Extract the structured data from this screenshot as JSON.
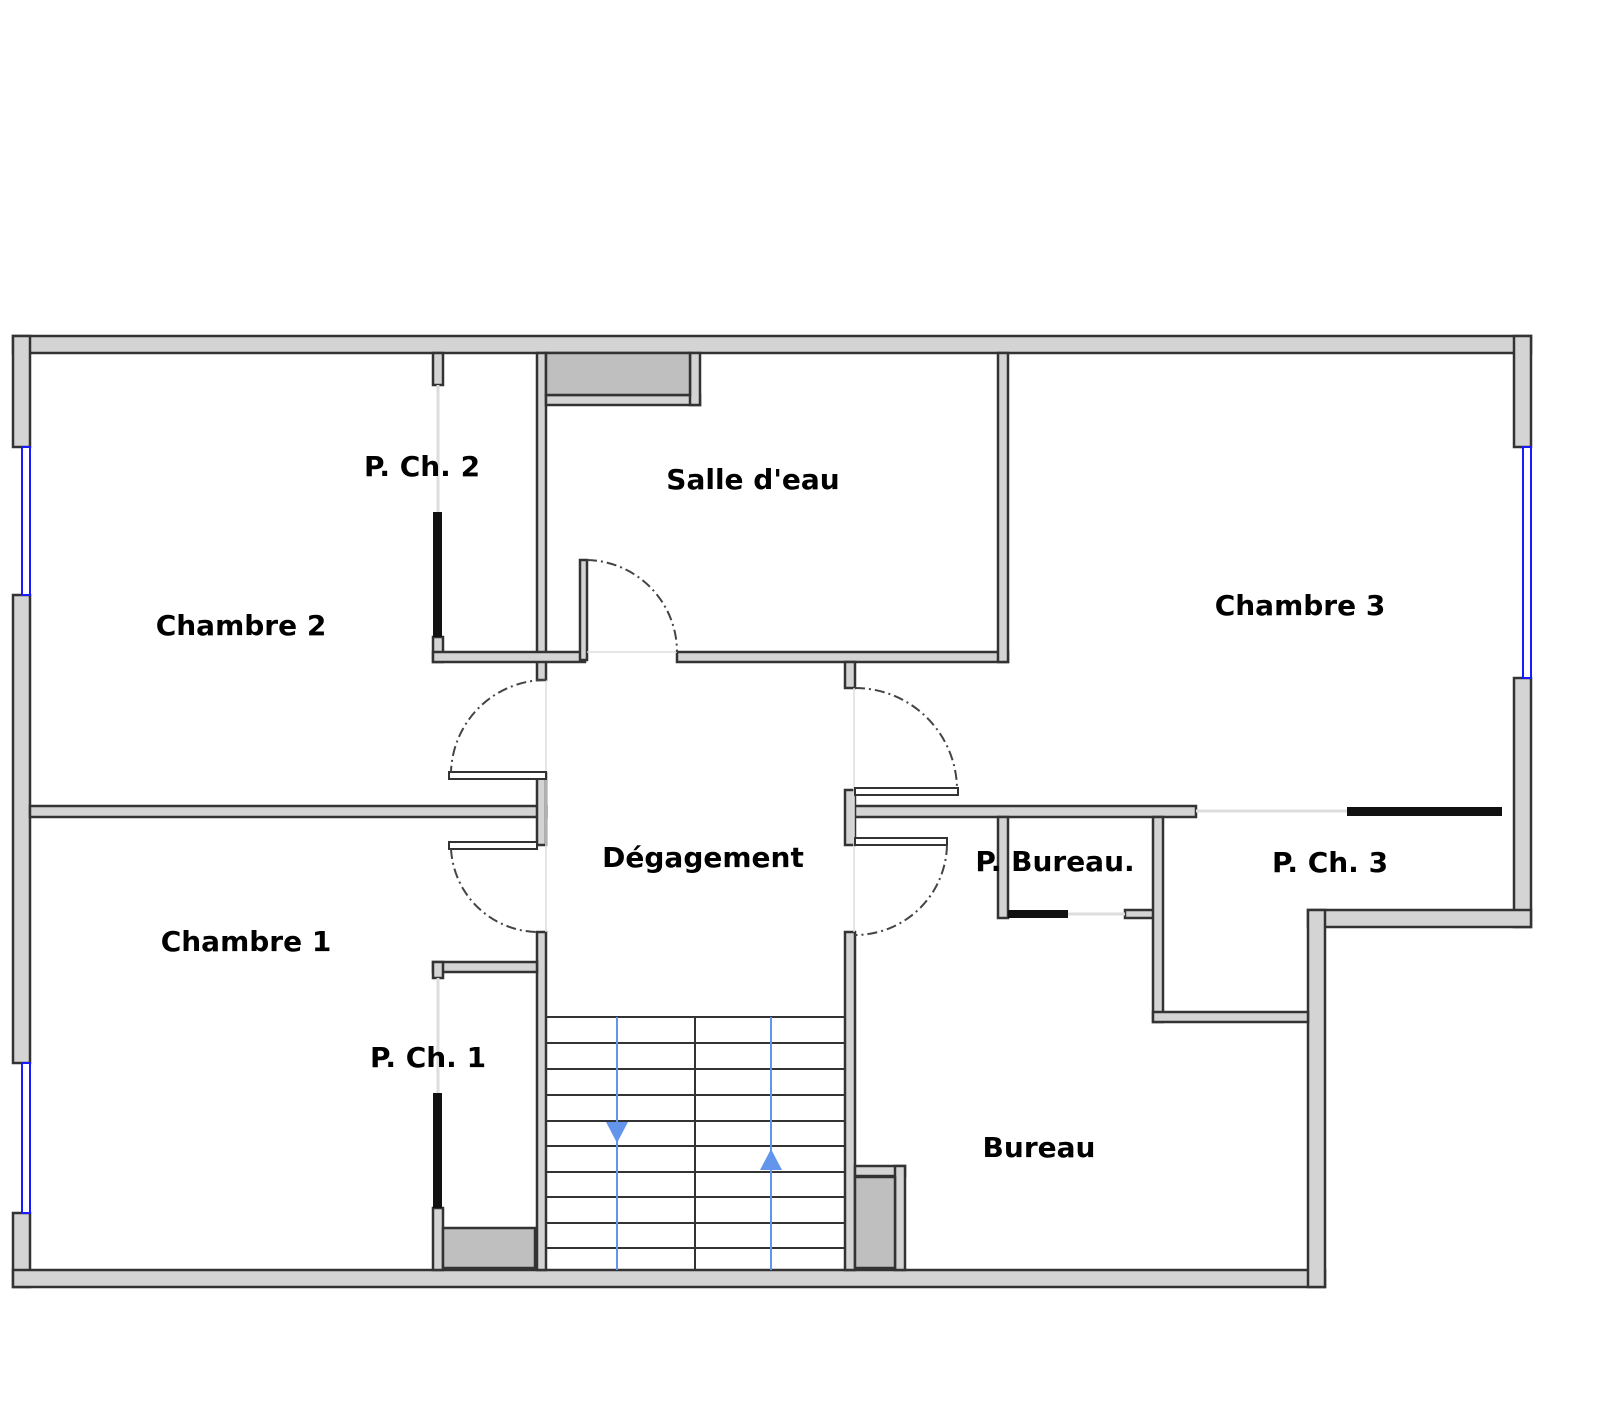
{
  "plan": {
    "rooms": {
      "salle_deau": "Salle d'eau",
      "p_ch_2": "P. Ch. 2",
      "chambre_2": "Chambre 2",
      "chambre_3": "Chambre 3",
      "degagement": "Dégagement",
      "p_bureau": "P. Bureau.",
      "p_ch_3": "P. Ch. 3",
      "chambre_1": "Chambre 1",
      "p_ch_1": "P. Ch. 1",
      "bureau": "Bureau"
    },
    "colors": {
      "wall": "#d4d4d4",
      "window": "#1a1aff",
      "stair_arrow": "#6495ed"
    }
  }
}
